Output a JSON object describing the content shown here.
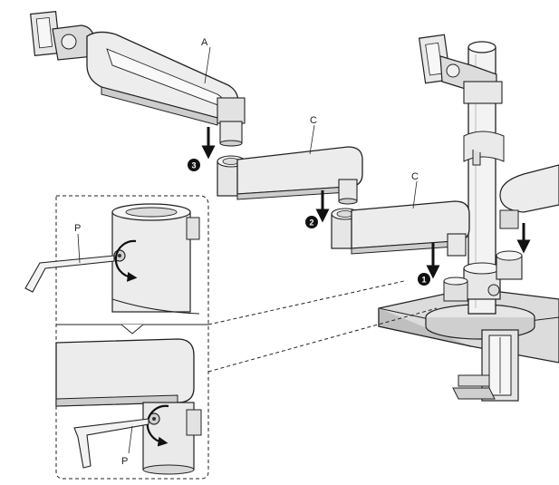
{
  "labels": {
    "arm_a": "A",
    "arm_c_upper": "C",
    "arm_c_lower": "C",
    "hex_key_top": "P",
    "hex_key_bottom": "P"
  },
  "steps": [
    "1",
    "2",
    "3"
  ],
  "colors": {
    "line": "#222222",
    "fill_light": "#f2f2f2",
    "fill_mid": "#e2e2e2",
    "fill_dark": "#c9c9c9",
    "step_badge": "#111111",
    "table": "#d8d8d8"
  }
}
